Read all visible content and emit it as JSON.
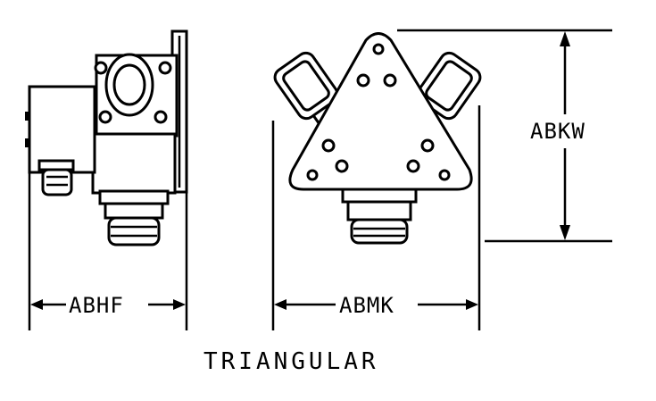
{
  "drawing": {
    "caption": "TRIANGULAR",
    "dimensions": {
      "side_width": "ABHF",
      "front_width": "ABMK",
      "height": "ABKW"
    }
  }
}
